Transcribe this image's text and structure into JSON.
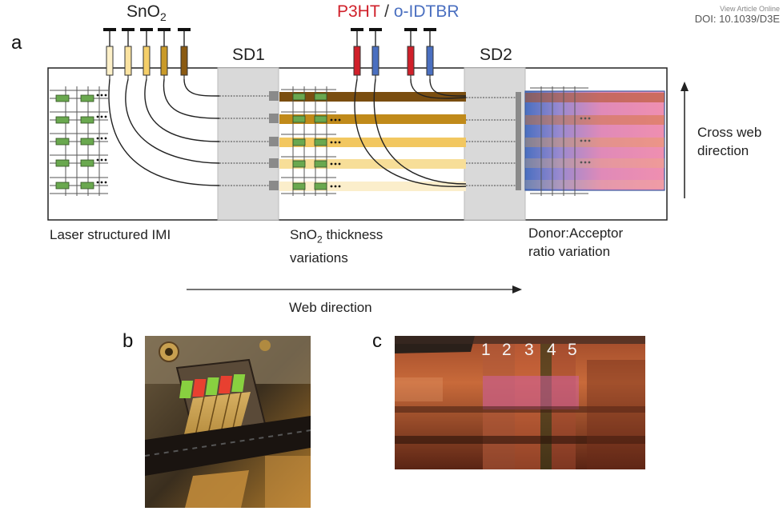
{
  "doi": {
    "line1": "View Article Online",
    "line2": "DOI: 10.1039/D3E"
  },
  "panels": {
    "a": "a",
    "b": "b",
    "c": "c"
  },
  "diagram": {
    "sno2_label": "SnO",
    "sno2_sub": "2",
    "p3ht_label": "P3HT",
    "slash": " / ",
    "oidtbr_label": "o-IDTBR",
    "sd1_label": "SD1",
    "sd2_label": "SD2",
    "cross_web_line1": "Cross web",
    "cross_web_line2": "direction",
    "web_direction": "Web direction",
    "caption_imi": "Laser structured IMI",
    "caption_thickness_pre": "SnO",
    "caption_thickness_sub": "2",
    "caption_thickness_post": " thickness",
    "caption_thickness_line2": "variations",
    "caption_ratio_line1": "Donor:Acceptor",
    "caption_ratio_line2": "ratio variation",
    "colors": {
      "p3ht": "#d0202a",
      "oidtbr": "#4a6fc0",
      "slot_die": "#d9d9d9",
      "imi_green": "#6aa84f"
    }
  },
  "photo_c_numbers": [
    "1",
    "2",
    "3",
    "4",
    "5"
  ]
}
